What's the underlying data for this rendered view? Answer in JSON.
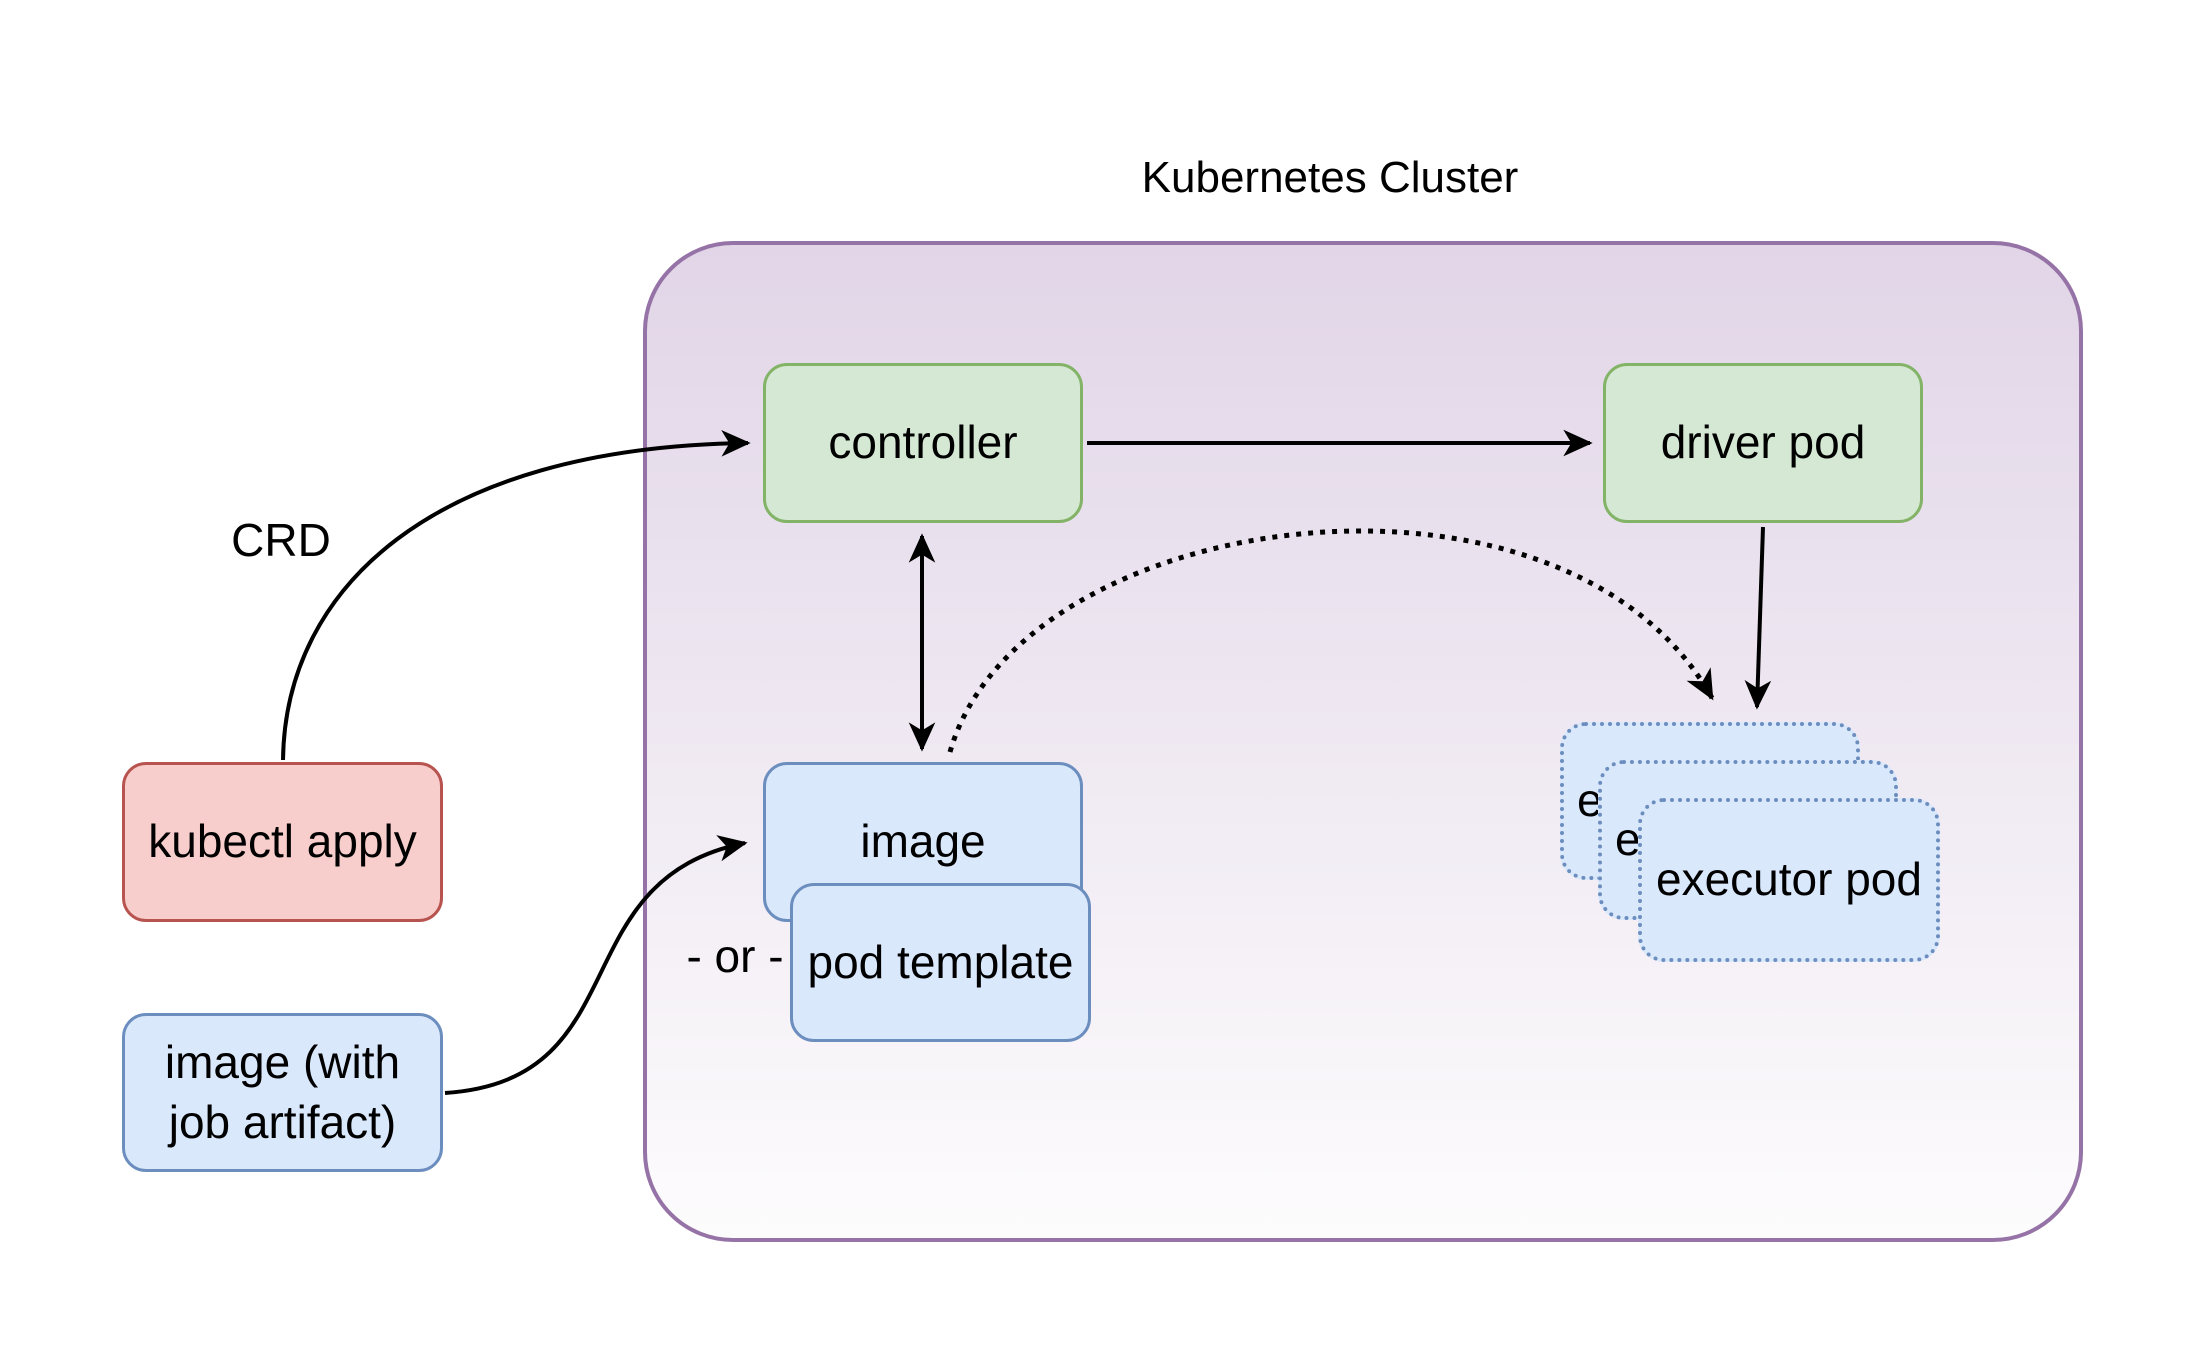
{
  "title": "Kubernetes Cluster",
  "labels": {
    "crd": "CRD",
    "or": "- or -"
  },
  "nodes": {
    "kubectl_apply": "kubectl apply",
    "image_with_artifact": "image (with\njob artifact)",
    "controller": "controller",
    "driver_pod": "driver pod",
    "image": "image",
    "pod_template": "pod template"
  },
  "executor_pods": [
    "executor pod",
    "executor pod",
    "executor pod"
  ],
  "edges": [
    {
      "from": "kubectl apply",
      "to": "controller",
      "style": "solid-curve",
      "label": "CRD"
    },
    {
      "from": "controller",
      "to": "driver pod",
      "style": "solid-straight",
      "label": ""
    },
    {
      "from": "controller",
      "to": "image",
      "style": "solid-bidirectional",
      "label": ""
    },
    {
      "from": "driver pod",
      "to": "executor pods",
      "style": "solid-straight",
      "label": ""
    },
    {
      "from": "image",
      "to": "executor pods",
      "style": "dotted-curve",
      "label": ""
    },
    {
      "from": "image (with job artifact)",
      "to": "image",
      "style": "solid-curve",
      "label": ""
    }
  ],
  "colors": {
    "container_border": "#9673a6",
    "container_fill_top": "#e1d5e7",
    "green_fill": "#d5e8d4",
    "green_border": "#82b366",
    "blue_fill": "#dae8fc",
    "blue_border": "#6c8ebf",
    "red_fill": "#f8cecc",
    "red_border": "#b85450",
    "arrow": "#000000"
  }
}
